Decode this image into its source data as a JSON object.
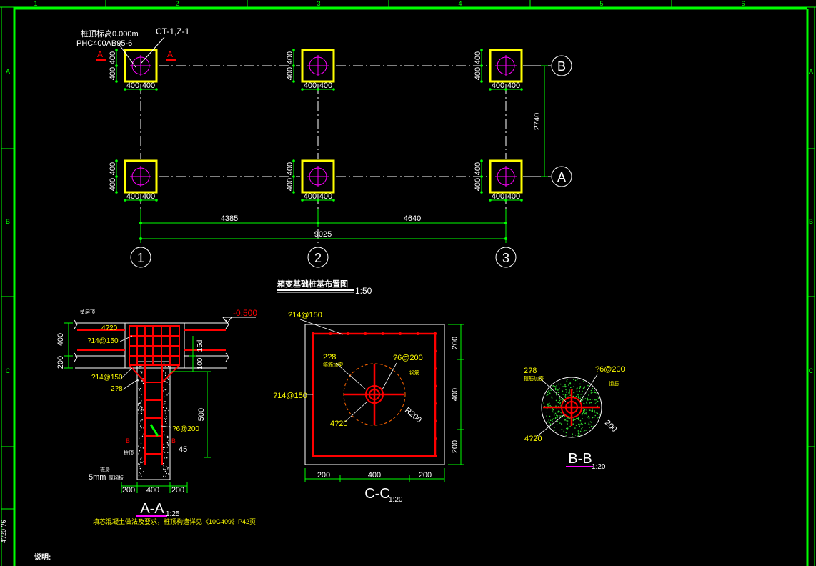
{
  "frame": {
    "column_numbers": [
      "1",
      "2",
      "3",
      "4",
      "5",
      "6"
    ],
    "row_letters": [
      "A",
      "B",
      "C"
    ]
  },
  "plan": {
    "title": "箱变基础桩基布置图",
    "scale": "1:50",
    "pile_label_top": "桩顶标高0.000m",
    "pile_label_bottom": "PHC400AB95-6",
    "cap_label": "CT-1,Z-1",
    "section_mark": "A",
    "axis_rows": [
      "B",
      "A"
    ],
    "axis_cols": [
      "1",
      "2",
      "3"
    ],
    "cap_dim_half": "400",
    "dim_bay_1": "4385",
    "dim_bay_2": "4640",
    "dim_total": "9025",
    "dim_rows": "2740"
  },
  "section_aa": {
    "title": "A-A",
    "scale": "1:25",
    "elevation": "-0.500",
    "rebar_top": "4?20",
    "rebar_stirrup": "?14@150",
    "rebar_stirrup2": "?14@150",
    "rebar_side": "2?8",
    "rebar_spiral": "?6@200",
    "dim_cap_h1": "400",
    "dim_cap_h2": "200",
    "dim_embed": "500",
    "dim_small": "100",
    "dim_small2": "15d",
    "dim_w_left": "200",
    "dim_w_mid": "400",
    "dim_w_right": "200",
    "angle": "45",
    "cut_mark": "B",
    "label_gap": "5mm",
    "label_a": "垫层顶",
    "label_b": "桩顶",
    "label_c": "桩身",
    "label_d": "厚钢板",
    "note": "填芯混凝土做法及要求，桩顶构造详见《10G409》P42页"
  },
  "section_cc": {
    "title": "C-C",
    "scale": "1:20",
    "rebar_top": "?14@150",
    "rebar_side": "?14@150",
    "rebar_ring": "2?8",
    "rebar_spiral": "?6@200",
    "rebar_main": "4?20",
    "radius": "R200",
    "label_ring": "箍筋加密",
    "label_cage": "钢筋",
    "dim_bottom": [
      "200",
      "400",
      "200"
    ],
    "dim_right": [
      "200",
      "400",
      "200"
    ]
  },
  "section_bb": {
    "title": "B-B",
    "scale": "1:20",
    "rebar_ring": "2?8",
    "rebar_spiral": "?6@200",
    "rebar_main": "4?20",
    "dim": "200",
    "label_ring": "箍筋加密",
    "label_cage": "钢筋"
  },
  "notes": {
    "heading": "说明:",
    "side_text": "4?20 ?6"
  },
  "colors": {
    "frame": "#00ff00",
    "cap": "#ffff00",
    "pile": "#ff00ff",
    "dim": "#00ff00",
    "text": "#ffffff",
    "rebar": "#ff0000",
    "axis": "#ffffff",
    "label": "#ffff00"
  }
}
